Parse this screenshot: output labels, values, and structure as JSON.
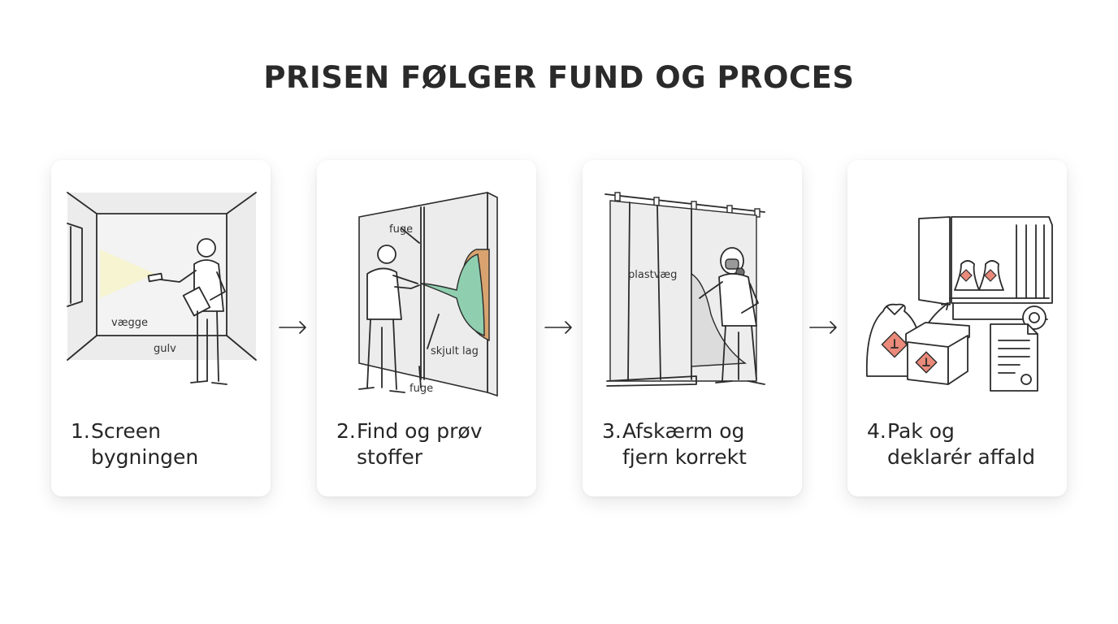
{
  "title": "PRISEN FØLGER FUND OG PROCES",
  "steps": [
    {
      "number": "1.",
      "line1": "Screen",
      "line2": "bygningen",
      "labels": {
        "walls": "vægge",
        "floor": "gulv"
      }
    },
    {
      "number": "2.",
      "line1": "Find og prøv",
      "line2": "stoffer",
      "labels": {
        "joint_top": "fuge",
        "hidden_layer": "skjult lag",
        "joint_bottom": "fuge"
      }
    },
    {
      "number": "3.",
      "line1": "Afskærm og",
      "line2": "fjern korrekt",
      "labels": {
        "plastic_wall": "plastvæg"
      }
    },
    {
      "number": "4.",
      "line1": "Pak og",
      "line2": "deklarér affald",
      "labels": {}
    }
  ],
  "colors": {
    "hazard": "#e98a7a",
    "layer_green": "#8fcfb0",
    "layer_tan": "#d9a36f",
    "light_beam": "#f6f2cf"
  }
}
